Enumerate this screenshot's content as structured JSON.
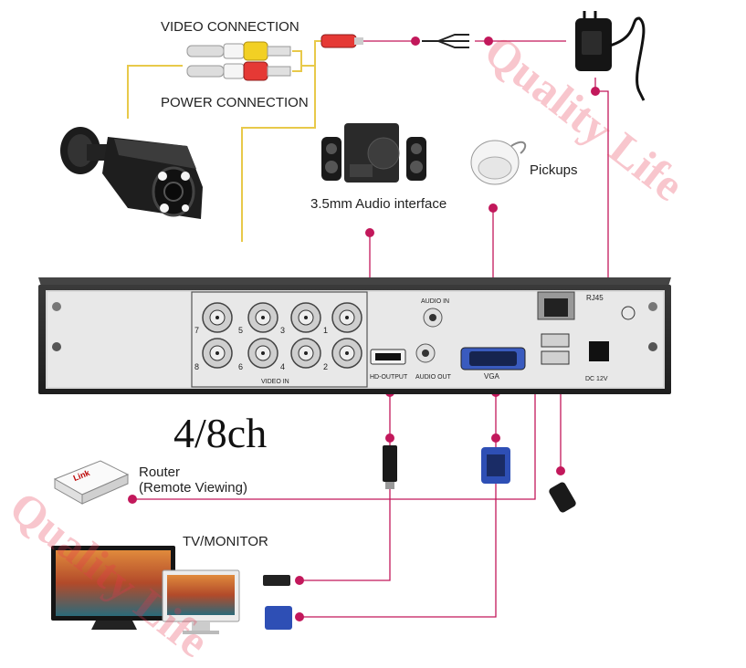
{
  "labels": {
    "video_connection": "VIDEO CONNECTION",
    "power_connection": "POWER CONNECTION",
    "audio_interface": "3.5mm Audio interface",
    "pickups": "Pickups",
    "channels": "4/8ch",
    "router": "Router",
    "router_sub": "(Remote Viewing)",
    "tv_monitor": "TV/MONITOR"
  },
  "panel": {
    "audio_in": "AUDIO IN",
    "audio_out": "AUDIO OUT",
    "hd_output": "HD-OUTPUT",
    "vga": "VGA",
    "rj45": "RJ45",
    "dc": "DC 12V",
    "video_in": "VIDEO IN",
    "channel_numbers_top": [
      "7",
      "5",
      "3",
      "1"
    ],
    "channel_numbers_bottom": [
      "8",
      "6",
      "4",
      "2"
    ]
  },
  "router_brand": "Link",
  "watermark": "Quality Life",
  "colors": {
    "connector_line": "#c2185b",
    "cable_yellow": "#e8c94a",
    "dvr_body": "#2a2a2a",
    "watermark": "#e8354f"
  }
}
